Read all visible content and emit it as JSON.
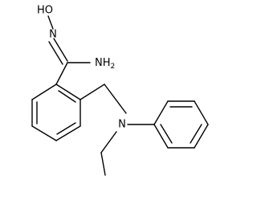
{
  "labels": {
    "hydroxyl": "HO",
    "oxime_nitrogen": "N",
    "amine": "NH",
    "amine_subscript": "2",
    "tertiary_nitrogen": "N"
  }
}
